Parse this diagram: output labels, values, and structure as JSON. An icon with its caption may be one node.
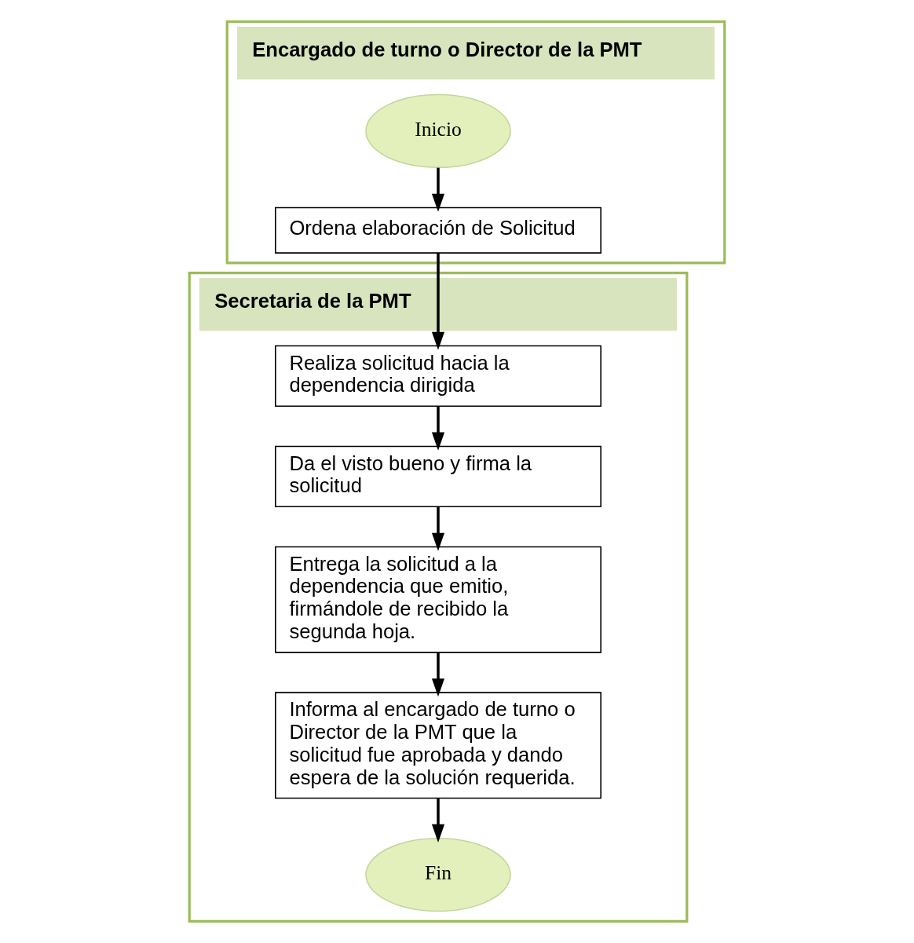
{
  "diagram": {
    "nodes": [
      {
        "text": [
          "Encargado de turno o Director de la PMT"
        ]
      },
      {
        "text": [
          "Inicio"
        ],
        "in": 0
      },
      {
        "text": [
          "Ordena elaboración de Solicitud"
        ],
        "in": 0
      },
      {
        "text": [
          "Secretaria de la PMT"
        ]
      },
      {
        "text": [
          "Realiza solicitud hacia la dependencia dirigida"
        ],
        "in": 3
      },
      {
        "text": [
          "Da el visto bueno y firma la solicitud"
        ],
        "in": 3
      },
      {
        "text": [
          "Entrega la solicitud a la dependencia que emitio, firmándole de recibido la segunda hoja."
        ],
        "in": 3
      },
      {
        "text": [
          "Informa al encargado de turno o Director de la PMT que la solicitud fue aprobada y dando espera de la solución requerida."
        ],
        "in": 3
      },
      {
        "text": [
          "Fin"
        ],
        "in": 3
      }
    ],
    "edges": [
      {
        "from": 1,
        "to": 2,
        "arrow": "to"
      },
      {
        "from": 2,
        "to": 4,
        "arrow": "to"
      },
      {
        "from": 4,
        "to": 5,
        "arrow": "to"
      },
      {
        "from": 5,
        "to": 6,
        "arrow": "to"
      },
      {
        "from": 6,
        "to": 7,
        "arrow": "to"
      },
      {
        "from": 7,
        "to": 8,
        "arrow": "to"
      }
    ]
  }
}
